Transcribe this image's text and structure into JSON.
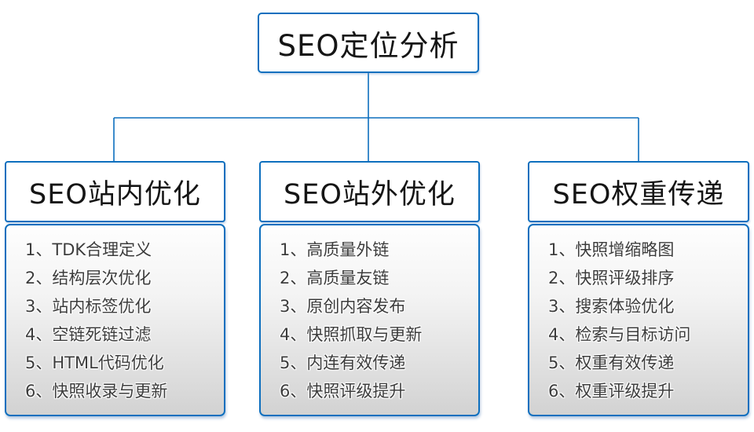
{
  "colors": {
    "accent_blue": "#0d6fbe",
    "box_fill": "#ffffff",
    "title_text": "#151515",
    "list_text": "#3c3c3c",
    "list_gradient_top": "#fefefe",
    "list_gradient_bottom": "#d2d2d2"
  },
  "root": {
    "title": "SEO定位分析"
  },
  "branches": [
    {
      "title": "SEO站内优化",
      "items": [
        "1、TDK合理定义",
        "2、结构层次优化",
        "3、站内标签优化",
        "4、空链死链过滤",
        "5、HTML代码优化",
        "6、快照收录与更新"
      ]
    },
    {
      "title": "SEO站外优化",
      "items": [
        "1、高质量外链",
        "2、高质量友链",
        "3、原创内容发布",
        "4、快照抓取与更新",
        "5、内连有效传递",
        "6、快照评级提升"
      ]
    },
    {
      "title": "SEO权重传递",
      "items": [
        "1、快照增缩略图",
        "2、快照评级排序",
        "3、搜索体验优化",
        "4、检索与目标访问",
        "5、权重有效传递",
        "6、权重评级提升"
      ]
    }
  ]
}
